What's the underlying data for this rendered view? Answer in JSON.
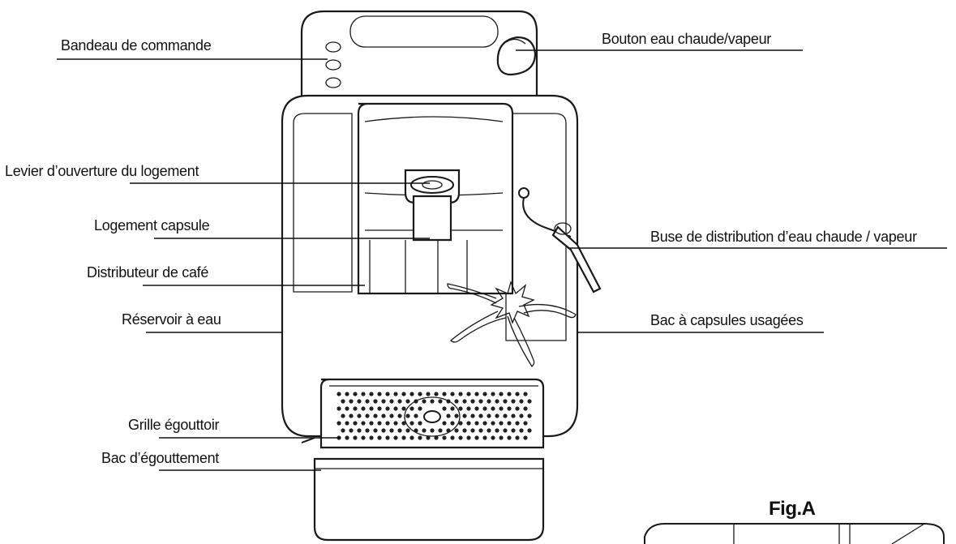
{
  "labels": {
    "control_panel": "Bandeau de commande",
    "hot_water_button": "Bouton eau chaude/vapeur",
    "lever": "Levier d’ouverture du logement",
    "capsule_holder": "Logement capsule",
    "coffee_dispenser": "Distributeur de café",
    "water_tank": "Réservoir à eau",
    "drip_grid": "Grille égouttoir",
    "drip_tray": "Bac d’égouttement",
    "steam_nozzle": "Buse de distribution d’eau chaude / vapeur",
    "capsule_bin": "Bac à capsules usagées"
  },
  "figure": {
    "title": "Fig.A"
  }
}
